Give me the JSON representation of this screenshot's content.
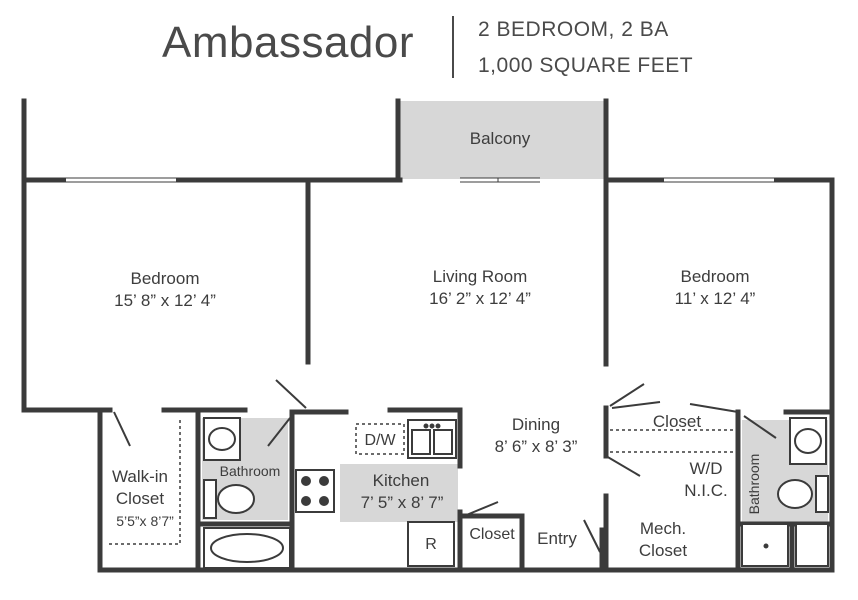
{
  "header": {
    "title": "Ambassador",
    "bedrooms_baths": "2 BEDROOM, 2 BA",
    "area": "1,000 SQUARE FEET"
  },
  "rooms": {
    "balcony": "Balcony",
    "bedroom1_name": "Bedroom",
    "bedroom1_size": "15’ 8” x 12’ 4”",
    "living_name": "Living Room",
    "living_size": "16’ 2” x 12’ 4”",
    "bedroom2_name": "Bedroom",
    "bedroom2_size": "11’ x 12’ 4”",
    "dining_name": "Dining",
    "dining_size": "8’ 6” x 8’ 3”",
    "walkin_line1": "Walk-in",
    "walkin_line2": "Closet",
    "walkin_size": "5’5”x 8’7”",
    "bathroom1": "Bathroom",
    "kitchen_name": "Kitchen",
    "kitchen_size": "7’ 5” x 8’ 7”",
    "dw": "D/W",
    "fridge": "R",
    "closet_kitchen": "Closet",
    "entry": "Entry",
    "closet_right": "Closet",
    "wd_line1": "W/D",
    "wd_line2": "N.I.C.",
    "mech_line1": "Mech.",
    "mech_line2": "Closet",
    "bathroom2": "Bathroom"
  },
  "colors": {
    "wall": "#3b3b3b",
    "fill_gray": "#d7d7d7",
    "text": "#3d3d3d"
  }
}
